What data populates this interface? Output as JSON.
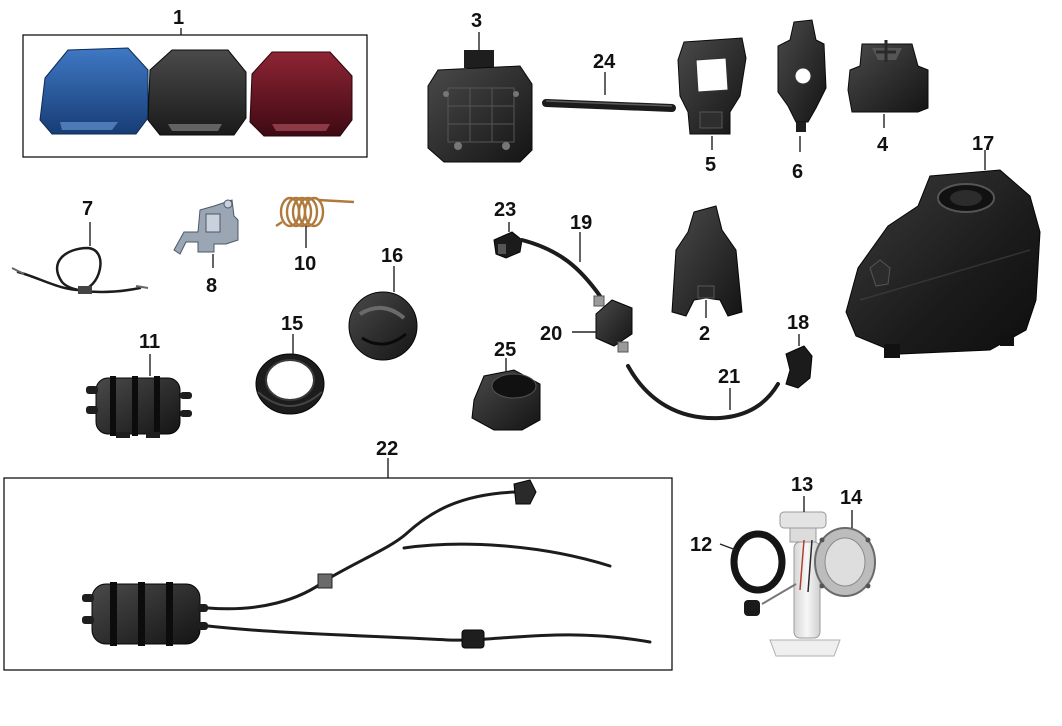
{
  "callouts": {
    "p1": "1",
    "p2": "2",
    "p3": "3",
    "p4": "4",
    "p5": "5",
    "p6": "6",
    "p7": "7",
    "p8": "8",
    "p10": "10",
    "p11": "11",
    "p12": "12",
    "p13": "13",
    "p14": "14",
    "p15": "15",
    "p16": "16",
    "p17": "17",
    "p18": "18",
    "p19": "19",
    "p20": "20",
    "p21": "21",
    "p22": "22",
    "p23": "23",
    "p24": "24",
    "p25": "25"
  },
  "colors": {
    "background": "#ffffff",
    "cover_blue": "#1f4f93",
    "cover_black": "#2a2a2a",
    "cover_red": "#6a1220",
    "part_black": "#1e1e1e",
    "pump_white": "#e9e9e9",
    "spring_bronze": "#b07a3c",
    "bracket_silver": "#8e9aa8"
  },
  "icons": [
    "fuel-tank-icon",
    "fuel-pump-icon",
    "canister-icon",
    "fuel-filter-icon",
    "fuel-cap-icon",
    "hose-icon",
    "cable-icon",
    "spring-icon",
    "bracket-icon",
    "connector-icon",
    "seal-ring-icon",
    "cover-icon"
  ]
}
